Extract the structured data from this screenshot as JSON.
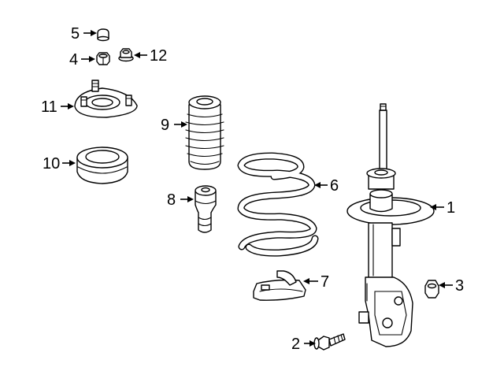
{
  "callouts": [
    {
      "number": "1",
      "part": "strut-assembly"
    },
    {
      "number": "2",
      "part": "bolt"
    },
    {
      "number": "3",
      "part": "nut"
    },
    {
      "number": "4",
      "part": "nut"
    },
    {
      "number": "5",
      "part": "cap"
    },
    {
      "number": "6",
      "part": "coil-spring"
    },
    {
      "number": "7",
      "part": "spring-insulator"
    },
    {
      "number": "8",
      "part": "bump-stop"
    },
    {
      "number": "9",
      "part": "dust-boot"
    },
    {
      "number": "10",
      "part": "bearing"
    },
    {
      "number": "11",
      "part": "upper-mount"
    },
    {
      "number": "12",
      "part": "flange-nut"
    }
  ],
  "colors": {
    "line": "#000000",
    "background": "#ffffff"
  }
}
